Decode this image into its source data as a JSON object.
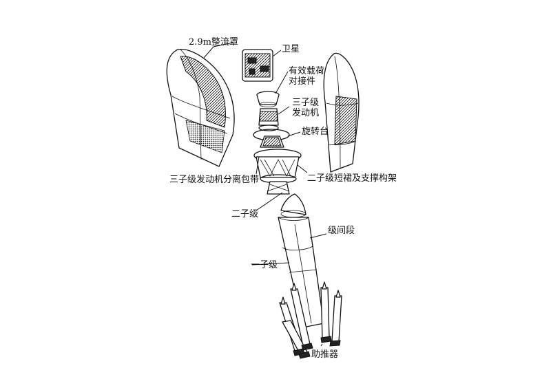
{
  "labels": {
    "fairing": "2.9m整流罩",
    "satellite": "卫星",
    "payload_adapter_line1": "有效载荷",
    "payload_adapter_line2": "对接件",
    "third_stage_engine_line1": "三子级",
    "third_stage_engine_line2": "发动机",
    "spin_table": "旋转台",
    "separation_band": "三子级发动机分离包带",
    "skirt_truss": "二子级短裙及支撑构架",
    "second_stage": "二子级",
    "interstage": "级间段",
    "first_stage": "一子级",
    "boosters": "助推器"
  },
  "colors": {
    "ink": "#111111",
    "background": "#ffffff"
  }
}
